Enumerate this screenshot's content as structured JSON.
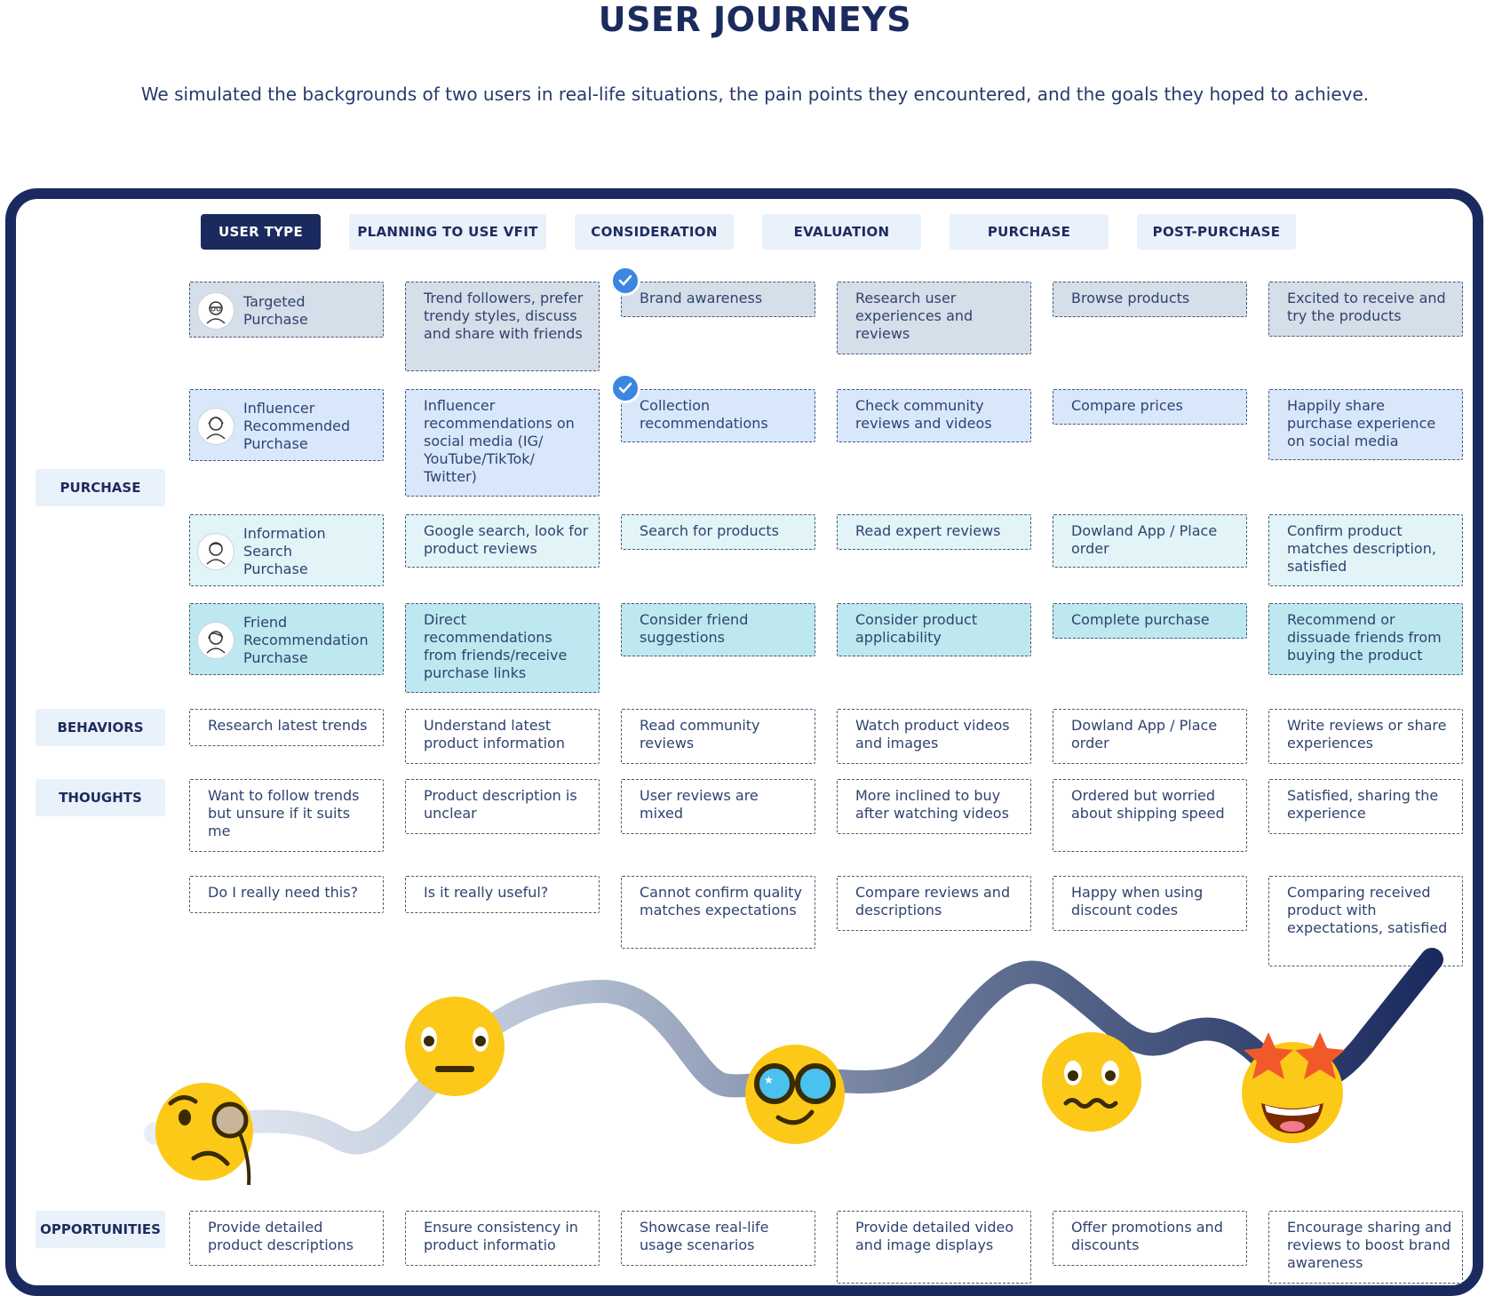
{
  "page": {
    "title": "USER JOURNEYS",
    "subtitle": "We simulated the backgrounds of two users in real-life situations, the pain points they encountered, and the goals they hoped to achieve."
  },
  "header": {
    "tabs": [
      "USER TYPE",
      "PLANNING TO USE VFIT",
      "CONSIDERATION",
      "EVALUATION",
      "PURCHASE",
      "POST-PURCHASE"
    ]
  },
  "row_labels": {
    "purchase": "PURCHASE",
    "behaviors": "BEHAVIORS",
    "thoughts": "THOUGHTS",
    "opportunities": "OPPORTUNITIES"
  },
  "purchase_rows": [
    {
      "user_type": "Targeted Purchase",
      "planning": "Trend followers, prefer trendy styles, discuss and share with friends",
      "consideration": "Brand awareness",
      "evaluation": "Research user experiences and reviews",
      "purchase": "Browse products",
      "post_purchase": "Excited to receive and try the products"
    },
    {
      "user_type": "Influencer Recommended Purchase",
      "planning": "Influencer recommendations on social media (IG/ YouTube/TikTok/ Twitter)",
      "consideration": "Collection recommendations",
      "evaluation": "Check community reviews and videos",
      "purchase": "Compare prices",
      "post_purchase": "Happily share purchase experience on  social media"
    },
    {
      "user_type": "Information Search Purchase",
      "planning": "Google search, look for product reviews",
      "consideration": "Search for products",
      "evaluation": "Read expert reviews",
      "purchase": "Dowland App / Place order",
      "post_purchase": "Confirm product matches description, satisfied"
    },
    {
      "user_type": "Friend Recommendation Purchase",
      "planning": "Direct recommendations from friends/receive purchase links",
      "consideration": "Consider friend suggestions",
      "evaluation": "Consider product applicability",
      "purchase": "Complete purchase",
      "post_purchase": "Recommend or dissuade friends from buying the product"
    }
  ],
  "behaviors": [
    "Research latest trends",
    "Understand latest product information",
    "Read community reviews",
    "Watch product videos and images",
    "Dowland App / Place order",
    "Write reviews or share experiences"
  ],
  "thoughts_1": [
    "Want to follow trends but unsure if it suits me",
    "Product description is unclear",
    "User reviews are mixed",
    "More inclined to buy after watching videos",
    "Ordered but worried about shipping speed",
    "Satisfied, sharing the experience"
  ],
  "thoughts_2": [
    "Do I really need this?",
    "Is it really useful?",
    "Cannot confirm quality matches expectations",
    "Compare reviews and descriptions",
    "Happy when using discount codes",
    "Comparing received product with expectations, satisfied"
  ],
  "opportunities": [
    "Provide detailed product descriptions",
    "Ensure consistency in product informatio",
    "Showcase real-life usage scenarios",
    "Provide detailed video and image displays",
    "Offer promotions and discounts",
    "Encourage sharing and reviews to boost brand awareness"
  ],
  "emotions": [
    "thinking-monocle",
    "neutral",
    "cool-glasses",
    "worried",
    "star-struck"
  ],
  "colors": {
    "navy": "#1b2a5e",
    "pill_bg": "#e9f1fb",
    "row1": "#d5dfe9",
    "row2": "#d9e7fb",
    "row3": "#e2f4f8",
    "row4": "#bde8ef",
    "check": "#3a86e0",
    "emoji": "#fcc918"
  }
}
